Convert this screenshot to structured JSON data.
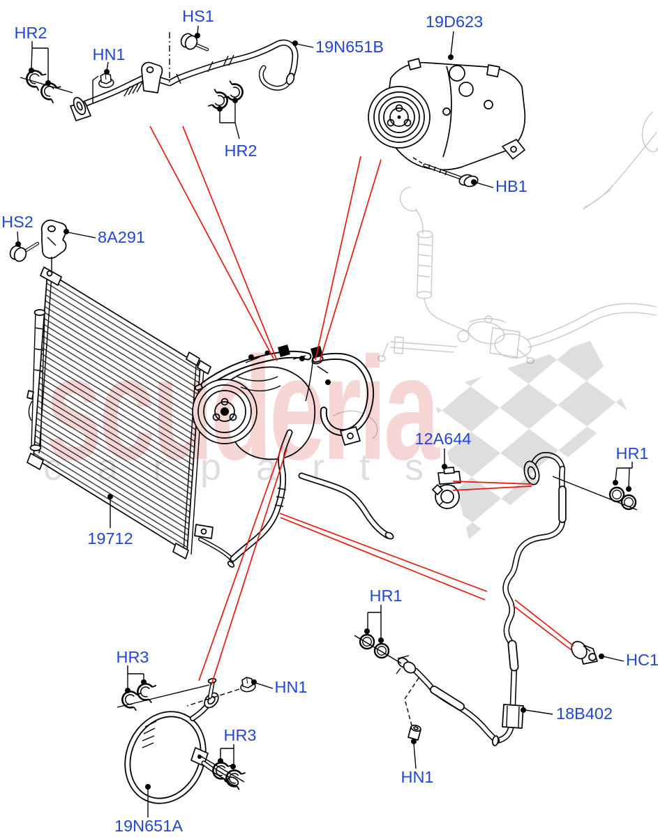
{
  "diagram": {
    "type": "parts-exploded-diagram",
    "labels": [
      {
        "id": "HR2-top",
        "text": "HR2"
      },
      {
        "id": "HN1-top",
        "text": "HN1"
      },
      {
        "id": "HS1",
        "text": "HS1"
      },
      {
        "id": "19N651B",
        "text": "19N651B"
      },
      {
        "id": "19D623",
        "text": "19D623"
      },
      {
        "id": "HB1",
        "text": "HB1"
      },
      {
        "id": "HS2",
        "text": "HS2"
      },
      {
        "id": "8A291",
        "text": "8A291"
      },
      {
        "id": "HR2-mid",
        "text": "HR2"
      },
      {
        "id": "12A644",
        "text": "12A644"
      },
      {
        "id": "HR1-right",
        "text": "HR1"
      },
      {
        "id": "19712",
        "text": "19712"
      },
      {
        "id": "HR3-upper",
        "text": "HR3"
      },
      {
        "id": "HN1-left",
        "text": "HN1"
      },
      {
        "id": "HR3-lower",
        "text": "HR3"
      },
      {
        "id": "19N651A",
        "text": "19N651A"
      },
      {
        "id": "HR1-bottom",
        "text": "HR1"
      },
      {
        "id": "HC1",
        "text": "HC1"
      },
      {
        "id": "18B402",
        "text": "18B402"
      },
      {
        "id": "HN1-bottom",
        "text": "HN1"
      }
    ],
    "parts_shown": [
      "condenser",
      "compressor",
      "ac-pipes",
      "ac-hoses",
      "o-rings",
      "clips",
      "bolts",
      "nuts",
      "pressure-sensor"
    ]
  },
  "watermark": {
    "brand": "scuderia",
    "subtext": "carparts",
    "brand_color": "#f1bcbc",
    "subtext_color": "#dedee0",
    "flag_color": "#d6d6da"
  },
  "colors": {
    "label_blue": "#2145d6",
    "leader_red": "#e8180f",
    "line_black": "#000000",
    "faint_gray": "#c9c9cd",
    "background": "#ffffff"
  }
}
